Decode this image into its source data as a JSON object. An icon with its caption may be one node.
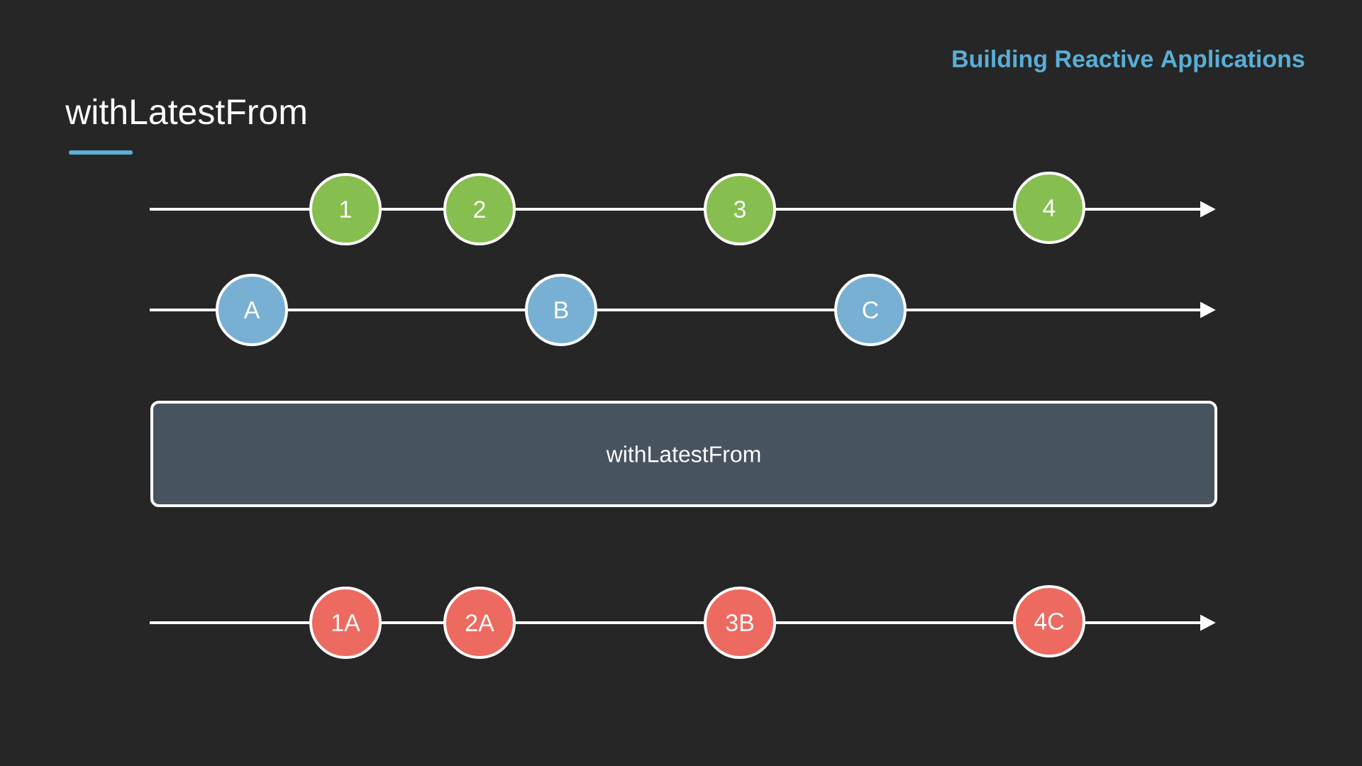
{
  "diagram": {
    "title": "withLatestFrom",
    "nodes": [
      {
        "text": [
          "1"
        ]
      },
      {
        "text": [
          "2"
        ]
      },
      {
        "text": [
          "3"
        ]
      },
      {
        "text": [
          "4"
        ]
      },
      {
        "text": [
          "A"
        ]
      },
      {
        "text": [
          "B"
        ]
      },
      {
        "text": [
          "C"
        ]
      },
      {
        "text": [
          "withLatestFrom"
        ]
      },
      {
        "text": [
          "1A"
        ]
      },
      {
        "text": [
          "2A"
        ]
      },
      {
        "text": [
          "3B"
        ]
      },
      {
        "text": [
          "4C"
        ]
      }
    ],
    "labels": [
      "Building Reactive Applications"
    ]
  }
}
